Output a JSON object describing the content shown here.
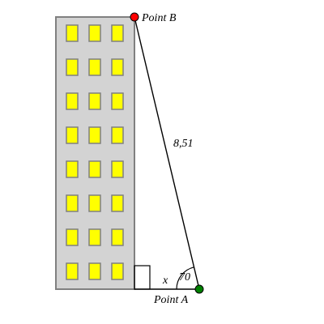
{
  "labels": {
    "point_b": "Point B",
    "point_a": "Point A",
    "hypotenuse": "8,51",
    "angle": "70",
    "base": "x"
  },
  "building": {
    "window_rows": 8,
    "window_cols": 3
  },
  "colors": {
    "building_fill": "#d3d3d3",
    "building_stroke": "#808080",
    "window_fill": "#ffff00",
    "window_stroke": "#808080",
    "point_b_fill": "#ff0000",
    "point_a_fill": "#008000",
    "line": "#000000"
  }
}
